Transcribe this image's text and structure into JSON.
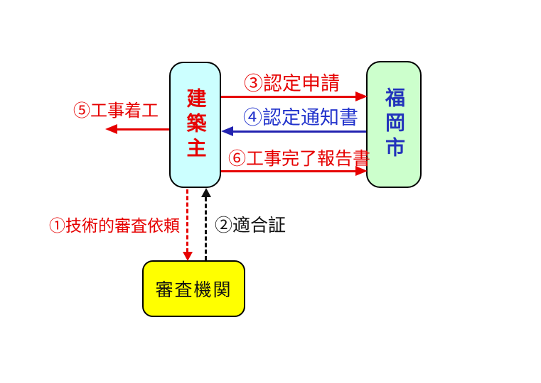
{
  "diagram": {
    "background_color": "#ffffff",
    "nodes": [
      {
        "id": "builder",
        "label": "建築主",
        "fill": "#ccffff",
        "border_color": "#000000",
        "text_color": "#e60000",
        "orientation": "vertical"
      },
      {
        "id": "city",
        "label": "福岡市",
        "fill": "#ccffcc",
        "border_color": "#000000",
        "text_color": "#2233bb",
        "orientation": "vertical"
      },
      {
        "id": "agency",
        "label": "審査機関",
        "fill": "#ffff00",
        "border_color": "#000000",
        "text_color": "#111111",
        "orientation": "horizontal"
      }
    ],
    "arrows": [
      {
        "id": "1",
        "label": "①技術的審査依頼",
        "from": "builder",
        "to": "agency",
        "color": "#e60000",
        "line_style": "dashed",
        "direction": "down"
      },
      {
        "id": "2",
        "label": "②適合証",
        "from": "agency",
        "to": "builder",
        "color": "#111111",
        "line_style": "dashed",
        "direction": "up"
      },
      {
        "id": "3",
        "label": "③認定申請",
        "from": "builder",
        "to": "city",
        "color": "#e60000",
        "line_style": "solid",
        "direction": "right"
      },
      {
        "id": "4",
        "label": "④認定通知書",
        "from": "city",
        "to": "builder",
        "color": "#2233cc",
        "line_style": "solid",
        "direction": "left"
      },
      {
        "id": "5",
        "label": "⑤工事着工",
        "from": "builder",
        "to": "outside-left",
        "color": "#e60000",
        "line_style": "solid",
        "direction": "left"
      },
      {
        "id": "6",
        "label": "⑥工事完了報告書",
        "from": "builder",
        "to": "city",
        "color": "#e60000",
        "line_style": "solid",
        "direction": "right"
      }
    ]
  }
}
